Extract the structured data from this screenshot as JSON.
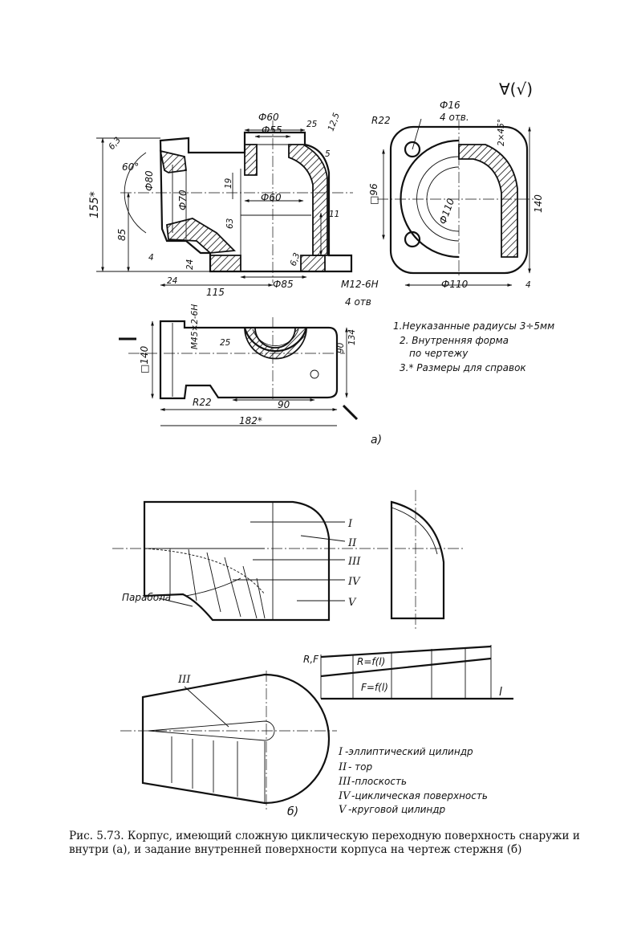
{
  "roughness_symbol": "∀(√)",
  "view_a": {
    "dims_front": {
      "d60_top": "Ф60",
      "d55": "Ф55",
      "r25": "25",
      "r125": "12,5",
      "n5": "5",
      "n63a": "6,3",
      "a60": "60°",
      "d80": "Ф80",
      "d70": "Ф70",
      "n19": "19",
      "d60_mid": "Ф60",
      "n63": "63",
      "n11": "11",
      "n155": "155*",
      "n85": "85",
      "n4": "4",
      "n24v": "24",
      "n63b": "6,3",
      "n24h": "24",
      "d85": "Ф85",
      "m12": "M12-6H",
      "holes4": "4 отв",
      "n115": "115"
    },
    "dims_side": {
      "d16": "Ф16",
      "holes4": "4 отв.",
      "r22": "R22",
      "chamfer": "2×45°",
      "sq96": "□96",
      "d110i": "Ф110",
      "n140": "140",
      "d110": "Ф110",
      "n4": "4"
    },
    "dims_top": {
      "m45": "M45×2-6H",
      "r25": "25",
      "sq140": "□140",
      "n90v": "90",
      "n134": "134",
      "r22": "R22",
      "n90h": "90",
      "n182": "182*"
    },
    "notes": [
      "1.Неуказанные радиусы 3÷5мм",
      "2. Внутренняя форма",
      "по чертежу",
      "3.* Размеры для справок"
    ],
    "label": "а)"
  },
  "view_b": {
    "roman_labels": [
      "I",
      "II",
      "III",
      "IV",
      "V"
    ],
    "parabola": "Парабола",
    "plan_label": "III",
    "graph": {
      "y_axis": "R,F",
      "x_axis": "l",
      "curve_r": "R=f(l)",
      "curve_f": "F=f(l)"
    },
    "legend": [
      {
        "num": "I",
        "text": "-эллиптический цилиндр"
      },
      {
        "num": "II",
        "text": "- тор"
      },
      {
        "num": "III",
        "text": "-плоскость"
      },
      {
        "num": "IV",
        "text": "-циклическая поверхность"
      },
      {
        "num": "V",
        "text": "-круговой цилиндр"
      }
    ],
    "label": "б)"
  },
  "caption": "Рис. 5.73. Корпус, имеющий сложную циклическую переходную поверхность снаружи и внутри (а), и задание внутренней поверхности корпуса на чертеж стержня (б)"
}
